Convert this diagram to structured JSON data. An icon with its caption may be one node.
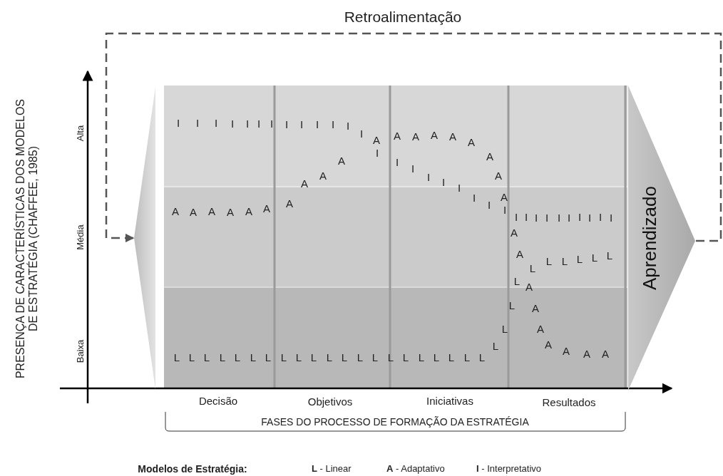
{
  "diagram": {
    "nodes": [
      {
        "text": [],
        "shape": "triangle"
      },
      {
        "text": [
          "Aprendizado"
        ]
      }
    ],
    "edges": [
      {
        "from": 1,
        "to": 0,
        "arrow": "to",
        "style": "dashed",
        "label": "Retroalimentação"
      }
    ],
    "labels": [
      "PRESENÇA DE CARACTERÍSTICAS DOS MODELOS DE ESTRATÉGIA (CHAFFEE, 1985)",
      "Alta",
      "Média",
      "Baixa",
      "I",
      "I",
      "I",
      "I",
      "I",
      "I",
      "I",
      "I",
      "I",
      "I",
      "I",
      "I",
      "I",
      "I",
      "I",
      "I",
      "I",
      "I",
      "I",
      "I",
      "I",
      "I",
      "I",
      "I",
      "I",
      "I",
      "I",
      "I",
      "I",
      "I",
      "I",
      "I",
      "A",
      "A",
      "A",
      "A",
      "A",
      "A",
      "A",
      "A",
      "A",
      "A",
      "A",
      "A",
      "A",
      "A",
      "A",
      "A",
      "A",
      "A",
      "A",
      "A",
      "A",
      "A",
      "A",
      "A",
      "A",
      "A",
      "A",
      "A",
      "L",
      "L",
      "L",
      "L",
      "L",
      "L",
      "L",
      "L",
      "L",
      "L",
      "L",
      "L",
      "L",
      "L",
      "L",
      "L",
      "L",
      "L",
      "L",
      "L",
      "L",
      "L",
      "L",
      "L",
      "L",
      "L",
      "L",
      "L",
      "L",
      "L",
      "L",
      "Decisão",
      "Objetivos",
      "Iniciativas",
      "Resultados",
      "FASES DO PROCESSO DE FORMAÇÃO DA ESTRATÉGIA",
      "Modelos de Estratégia:"
    ],
    "legend": [
      {
        "text": "**L** -  Linear"
      },
      {
        "text": "**A** - Adaptativo"
      },
      {
        "text": "**I** -  Interpretativo"
      }
    ]
  }
}
